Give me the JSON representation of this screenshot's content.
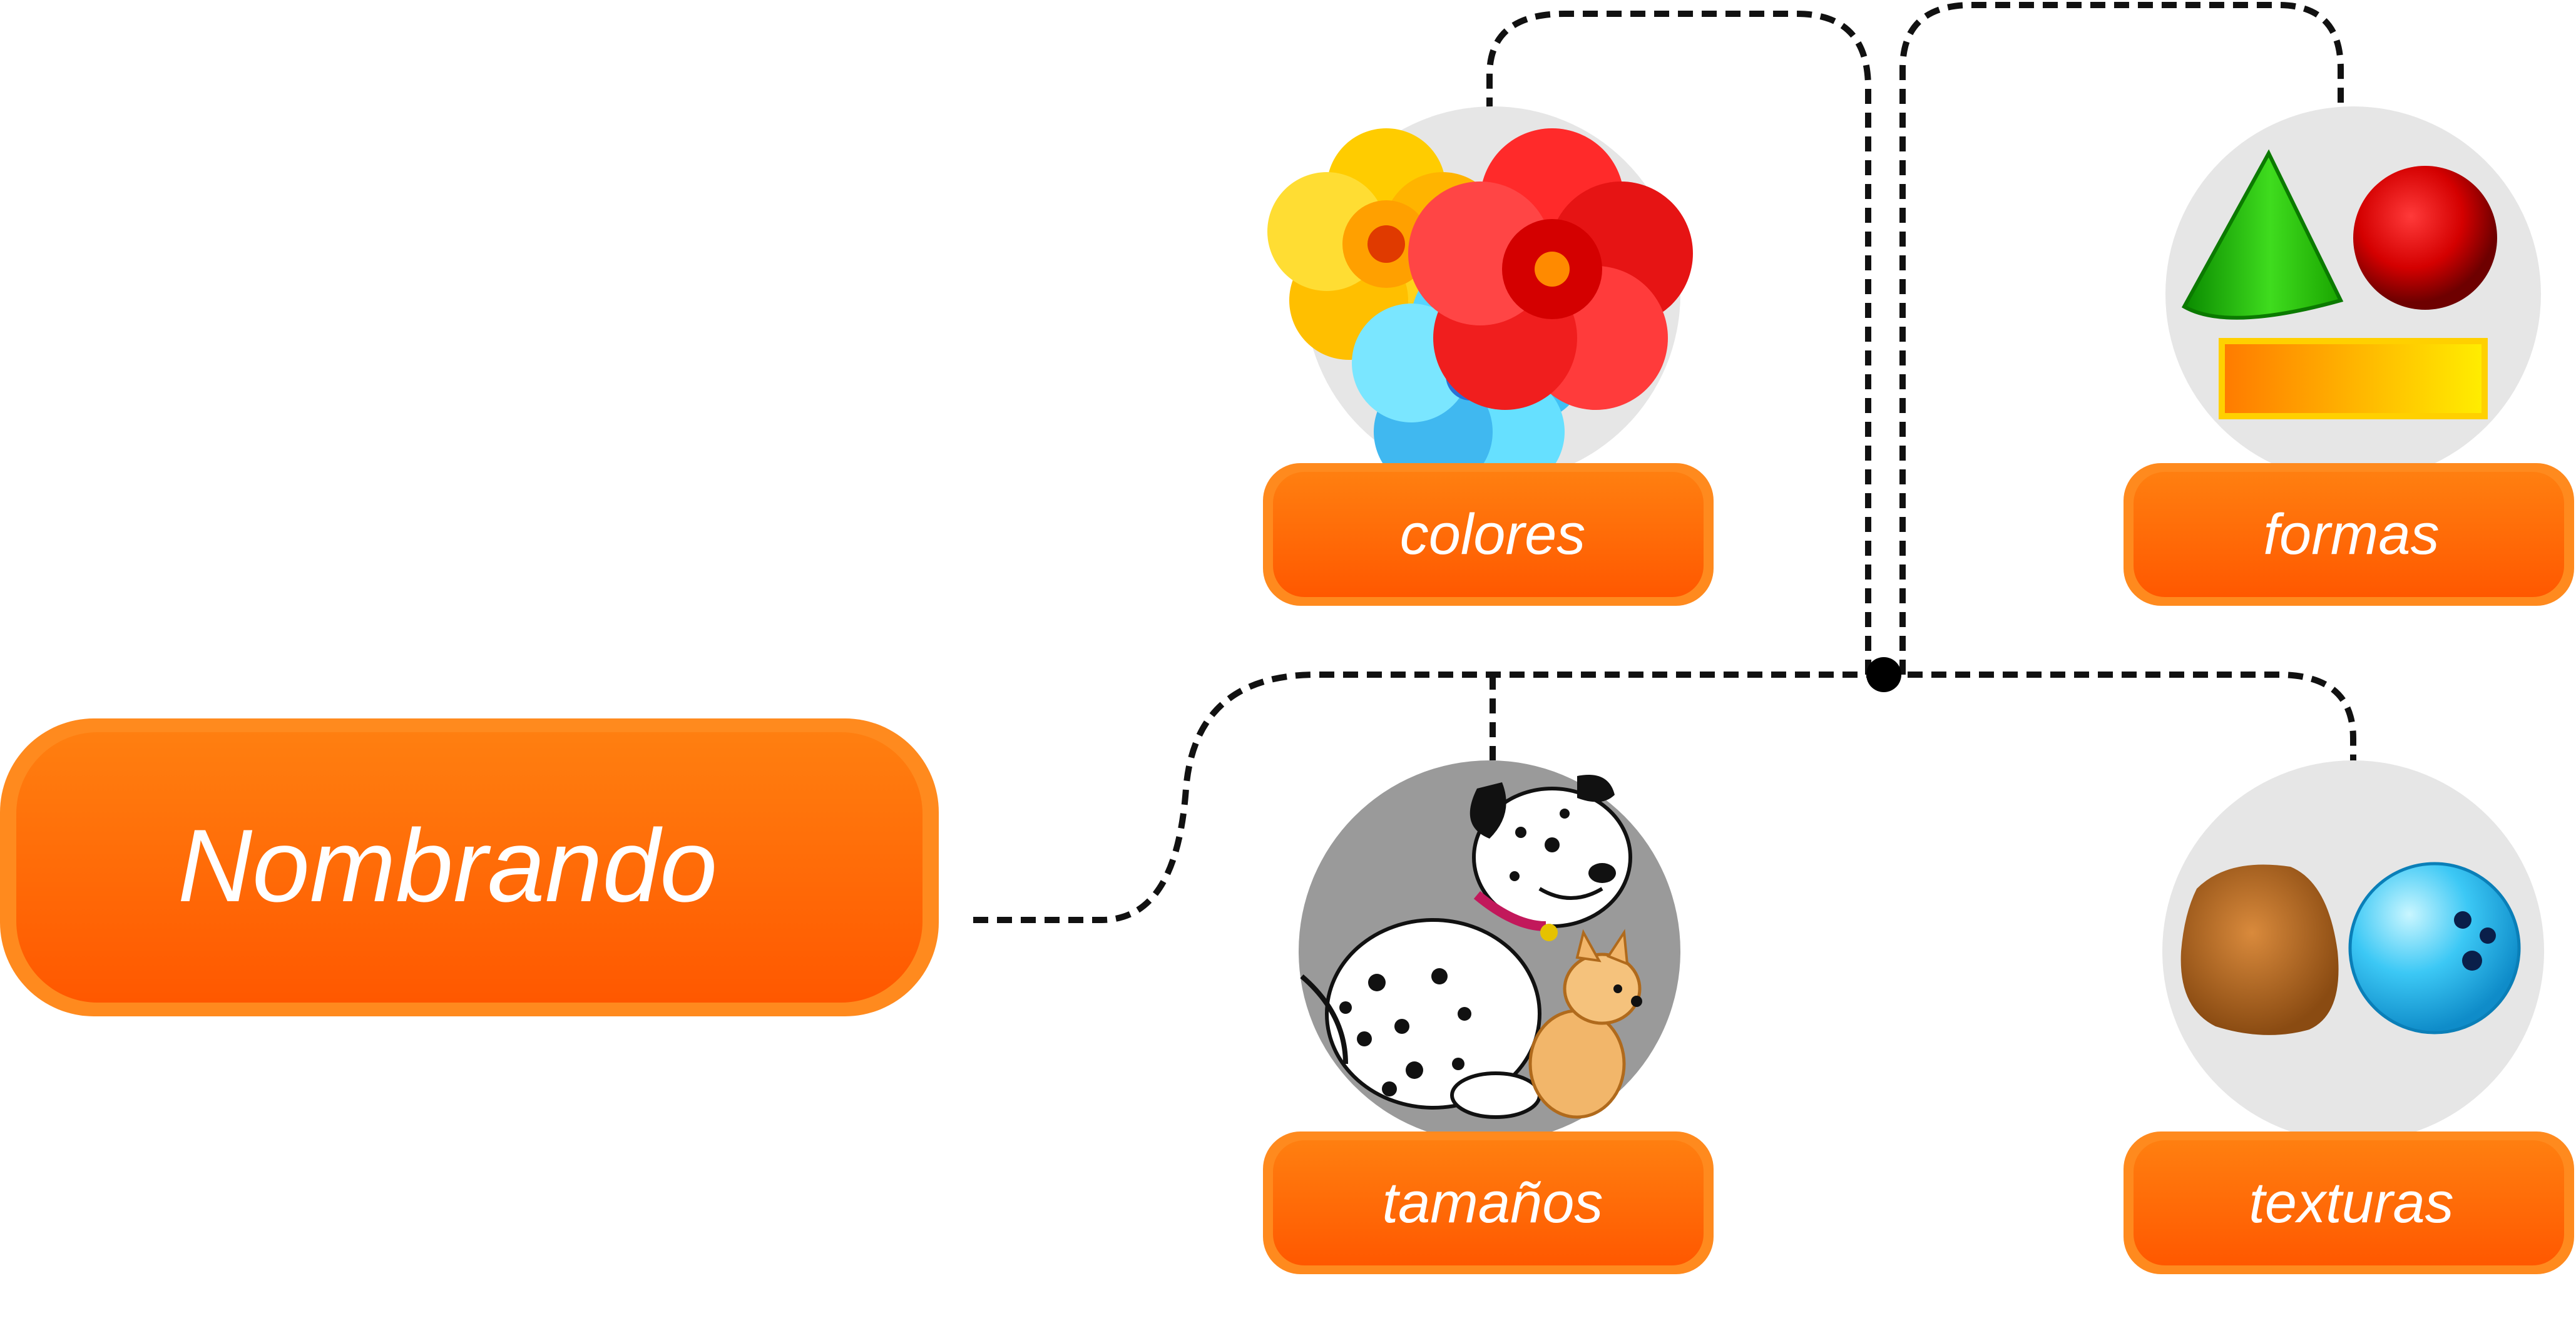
{
  "root": {
    "label": "Nombrando"
  },
  "nodes": [
    {
      "id": "colores",
      "label": "colores",
      "illustration": "flowers-icon"
    },
    {
      "id": "formas",
      "label": "formas",
      "illustration": "shapes-icon"
    },
    {
      "id": "tamanos",
      "label": "tamaños",
      "illustration": "dogs-icon"
    },
    {
      "id": "texturas",
      "label": "texturas",
      "illustration": "rock-and-ball-icon"
    }
  ],
  "colors": {
    "box_top": "#ff7a0a",
    "box_bottom": "#ff5a00",
    "box_border": "#ff8a1e",
    "connector": "#111111",
    "circle_light": "#e6e6e6",
    "circle_dark": "#9a9a9a"
  }
}
